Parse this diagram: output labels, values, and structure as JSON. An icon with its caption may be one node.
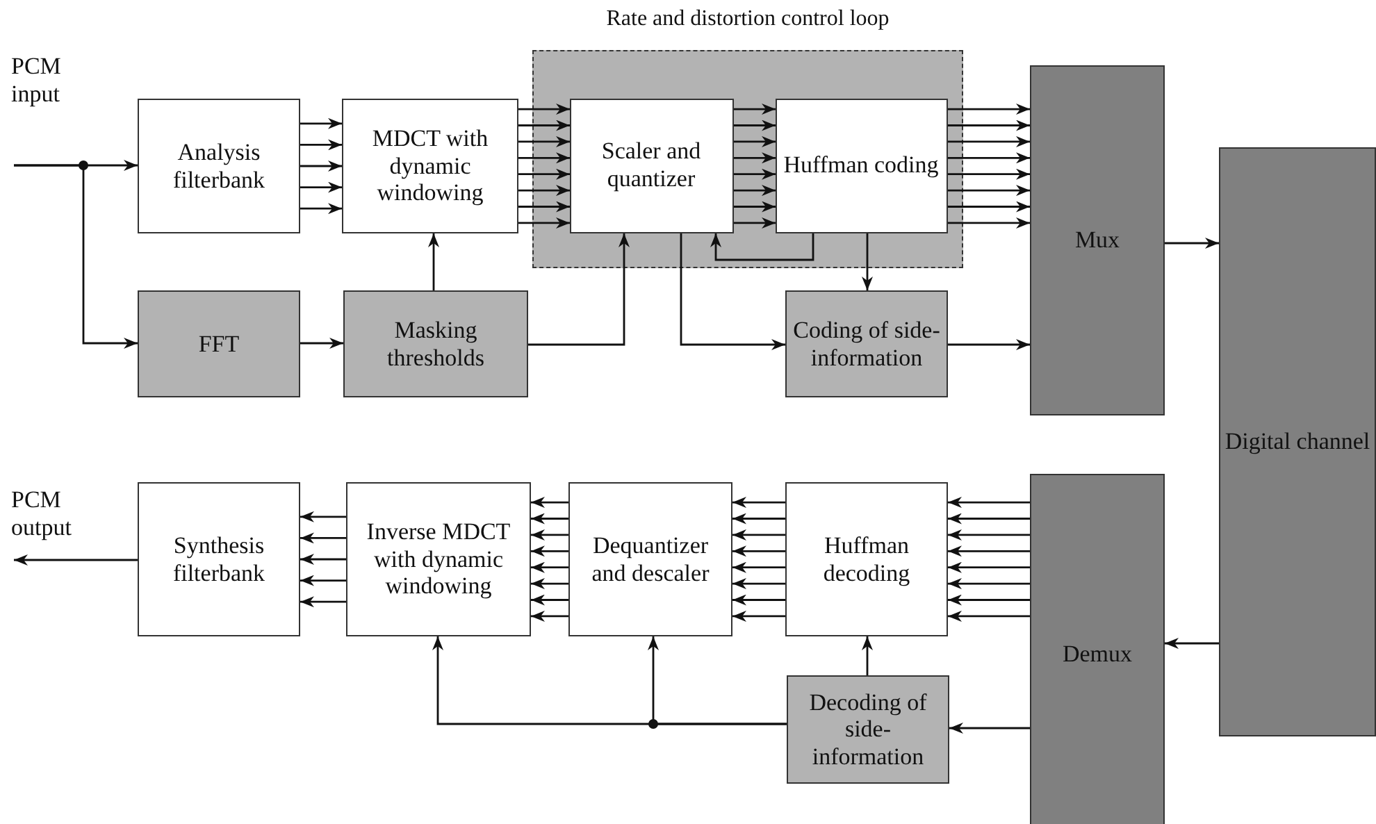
{
  "diagram": {
    "nodes": [
      {
        "text": [
          "PCM input"
        ]
      },
      {
        "text": [
          "Rate and distortion control loop"
        ]
      },
      {
        "text": [
          "Analysis filterbank"
        ]
      },
      {
        "text": [
          "MDCT with dynamic windowing"
        ]
      },
      {
        "text": [
          "Scaler and quantizer"
        ],
        "in": 1
      },
      {
        "text": [
          "Huffman coding"
        ],
        "in": 1
      },
      {
        "text": [
          "Mux"
        ]
      },
      {
        "text": [
          "Digital channel"
        ]
      },
      {
        "text": [
          "FFT"
        ]
      },
      {
        "text": [
          "Masking thresholds"
        ]
      },
      {
        "text": [
          "Coding of side-information"
        ]
      },
      {
        "text": [
          "PCM output"
        ]
      },
      {
        "text": [
          "Synthesis filterbank"
        ]
      },
      {
        "text": [
          "Inverse MDCT with dynamic windowing"
        ]
      },
      {
        "text": [
          "Dequantizer and descaler"
        ]
      },
      {
        "text": [
          "Huffman decoding"
        ]
      },
      {
        "text": [
          "Demux"
        ]
      },
      {
        "text": [
          "Decoding of side-information"
        ]
      }
    ],
    "edges": [
      {
        "from": 0,
        "to": 2,
        "arrow": "to"
      },
      {
        "from": 0,
        "to": 8,
        "arrow": "to"
      },
      {
        "from": 2,
        "to": 3,
        "arrow": "to"
      },
      {
        "from": 2,
        "to": 3,
        "arrow": "to"
      },
      {
        "from": 2,
        "to": 3,
        "arrow": "to"
      },
      {
        "from": 2,
        "to": 3,
        "arrow": "to"
      },
      {
        "from": 2,
        "to": 3,
        "arrow": "to"
      },
      {
        "from": 3,
        "to": 4,
        "arrow": "to"
      },
      {
        "from": 3,
        "to": 4,
        "arrow": "to"
      },
      {
        "from": 3,
        "to": 4,
        "arrow": "to"
      },
      {
        "from": 3,
        "to": 4,
        "arrow": "to"
      },
      {
        "from": 3,
        "to": 4,
        "arrow": "to"
      },
      {
        "from": 3,
        "to": 4,
        "arrow": "to"
      },
      {
        "from": 3,
        "to": 4,
        "arrow": "to"
      },
      {
        "from": 3,
        "to": 4,
        "arrow": "to"
      },
      {
        "from": 4,
        "to": 5,
        "arrow": "to"
      },
      {
        "from": 4,
        "to": 5,
        "arrow": "to"
      },
      {
        "from": 4,
        "to": 5,
        "arrow": "to"
      },
      {
        "from": 4,
        "to": 5,
        "arrow": "to"
      },
      {
        "from": 4,
        "to": 5,
        "arrow": "to"
      },
      {
        "from": 4,
        "to": 5,
        "arrow": "to"
      },
      {
        "from": 4,
        "to": 5,
        "arrow": "to"
      },
      {
        "from": 4,
        "to": 5,
        "arrow": "to"
      },
      {
        "from": 5,
        "to": 6,
        "arrow": "to"
      },
      {
        "from": 5,
        "to": 6,
        "arrow": "to"
      },
      {
        "from": 5,
        "to": 6,
        "arrow": "to"
      },
      {
        "from": 5,
        "to": 6,
        "arrow": "to"
      },
      {
        "from": 5,
        "to": 6,
        "arrow": "to"
      },
      {
        "from": 5,
        "to": 6,
        "arrow": "to"
      },
      {
        "from": 5,
        "to": 6,
        "arrow": "to"
      },
      {
        "from": 5,
        "to": 6,
        "arrow": "to"
      },
      {
        "from": 8,
        "to": 9,
        "arrow": "to"
      },
      {
        "from": 9,
        "to": 3,
        "arrow": "to"
      },
      {
        "from": 9,
        "to": 4,
        "arrow": "to"
      },
      {
        "from": 5,
        "to": 4,
        "arrow": "to"
      },
      {
        "from": 4,
        "to": 10,
        "arrow": "to"
      },
      {
        "from": 5,
        "to": 10,
        "arrow": "to"
      },
      {
        "from": 10,
        "to": 6,
        "arrow": "to"
      },
      {
        "from": 6,
        "to": 7,
        "arrow": "to"
      },
      {
        "from": 7,
        "to": 16,
        "arrow": "to"
      },
      {
        "from": 16,
        "to": 17,
        "arrow": "to"
      },
      {
        "from": 16,
        "to": 15,
        "arrow": "to"
      },
      {
        "from": 16,
        "to": 15,
        "arrow": "to"
      },
      {
        "from": 16,
        "to": 15,
        "arrow": "to"
      },
      {
        "from": 16,
        "to": 15,
        "arrow": "to"
      },
      {
        "from": 16,
        "to": 15,
        "arrow": "to"
      },
      {
        "from": 16,
        "to": 15,
        "arrow": "to"
      },
      {
        "from": 16,
        "to": 15,
        "arrow": "to"
      },
      {
        "from": 16,
        "to": 15,
        "arrow": "to"
      },
      {
        "from": 15,
        "to": 14,
        "arrow": "to"
      },
      {
        "from": 15,
        "to": 14,
        "arrow": "to"
      },
      {
        "from": 15,
        "to": 14,
        "arrow": "to"
      },
      {
        "from": 15,
        "to": 14,
        "arrow": "to"
      },
      {
        "from": 15,
        "to": 14,
        "arrow": "to"
      },
      {
        "from": 15,
        "to": 14,
        "arrow": "to"
      },
      {
        "from": 15,
        "to": 14,
        "arrow": "to"
      },
      {
        "from": 15,
        "to": 14,
        "arrow": "to"
      },
      {
        "from": 14,
        "to": 13,
        "arrow": "to"
      },
      {
        "from": 14,
        "to": 13,
        "arrow": "to"
      },
      {
        "from": 14,
        "to": 13,
        "arrow": "to"
      },
      {
        "from": 14,
        "to": 13,
        "arrow": "to"
      },
      {
        "from": 14,
        "to": 13,
        "arrow": "to"
      },
      {
        "from": 14,
        "to": 13,
        "arrow": "to"
      },
      {
        "from": 14,
        "to": 13,
        "arrow": "to"
      },
      {
        "from": 14,
        "to": 13,
        "arrow": "to"
      },
      {
        "from": 13,
        "to": 12,
        "arrow": "to"
      },
      {
        "from": 13,
        "to": 12,
        "arrow": "to"
      },
      {
        "from": 13,
        "to": 12,
        "arrow": "to"
      },
      {
        "from": 13,
        "to": 12,
        "arrow": "to"
      },
      {
        "from": 13,
        "to": 12,
        "arrow": "to"
      },
      {
        "from": 12,
        "to": 11,
        "arrow": "to"
      },
      {
        "from": 17,
        "to": 15,
        "arrow": "to"
      },
      {
        "from": 17,
        "to": 14,
        "arrow": "to"
      },
      {
        "from": 17,
        "to": 13,
        "arrow": "to"
      }
    ]
  }
}
